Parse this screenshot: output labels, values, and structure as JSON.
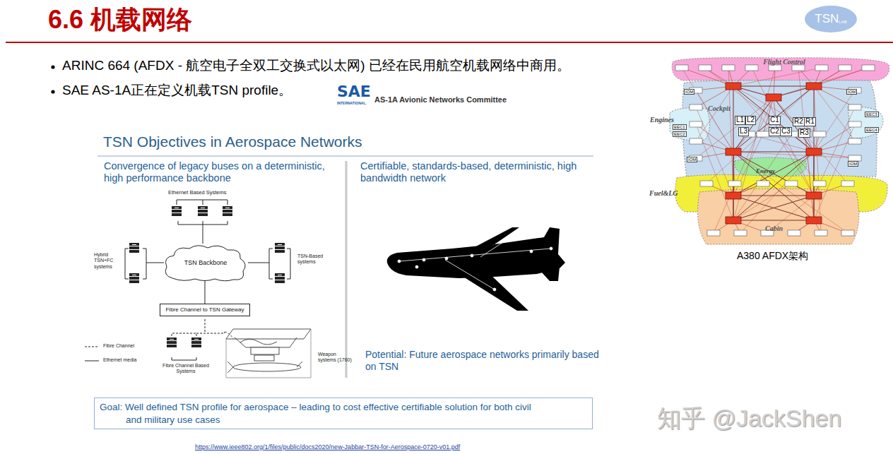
{
  "diagram": {
    "title": "6.6 机载网络",
    "nodes": [
      {
        "text": [
          "TSN",
          "LAB"
        ]
      },
      {
        "text": [
          "TSN Backbone"
        ]
      },
      {
        "text": [
          "Fibre Channel to TSN Gateway"
        ]
      },
      {
        "text": [
          "Goal: Well defined TSN profile for aerospace – leading to cost effective certifiable solution for both civil and military use cases"
        ]
      }
    ],
    "edges": [
      {
        "from": 1,
        "to": 2,
        "arrow": "none"
      }
    ],
    "labels": [
      "ARINC 664 (AFDX - 航空电子全双工交换式以太网) 已经在民用航空机载网络中商用。",
      "SAE AS-1A正在定义机载TSN profile。",
      "SAE",
      "INTERNATIONAL.",
      "AS-1A Avionic Networks Committee",
      "TSN Objectives in Aerospace Networks",
      "Convergence of legacy buses on a deterministic, high performance backbone",
      "Certifiable, standards-based, deterministic, high bandwidth network",
      "Ethernet Based Systems",
      "Hybrid TSN+FC systems",
      "TSN-Based systems",
      "Fibre Channel Based Systems",
      "Weapon systems (1760)",
      "Potential: Future aerospace networks primarily based on TSN",
      "Flight Control",
      "Cockpit",
      "Engines",
      "Energy",
      "Fuel&LG",
      "Cabin",
      "L1",
      "L2",
      "L3",
      "C1",
      "C2",
      "C3",
      "R2",
      "R1",
      "R3",
      "A380 AFDX架构",
      "知乎 @JackShen",
      "https://www.ieee802.org/1/files/public/docs2020/new-Jabbar-TSN-for-Aerospace-0720-v01.pdf",
      "EEC1",
      "EEC2",
      "EEC3",
      "EEC4",
      "IOM",
      "IOM",
      "IOM",
      "IOM"
    ],
    "legend": [
      {
        "text": "Fibre Channel"
      },
      {
        "text": "Ethernet media"
      }
    ]
  }
}
